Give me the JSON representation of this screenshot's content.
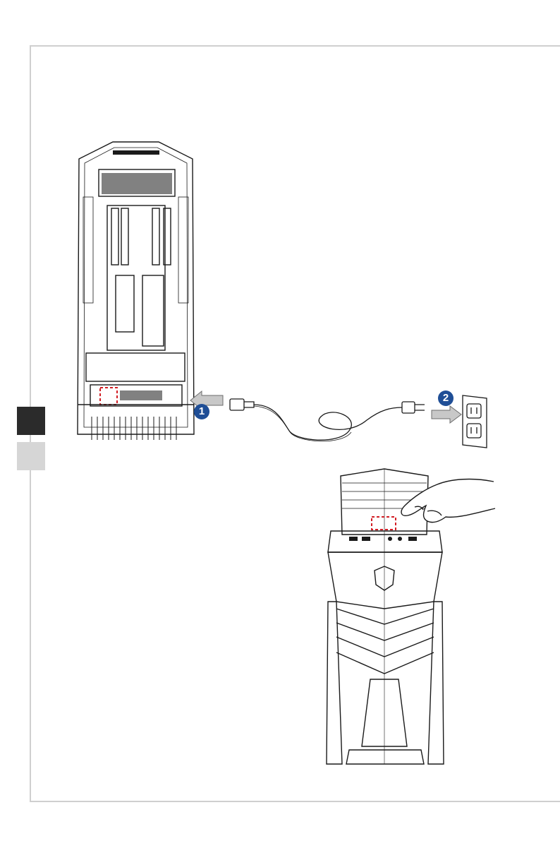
{
  "page": {
    "step_badges": [
      {
        "label": "1"
      },
      {
        "label": "2"
      }
    ],
    "colors": {
      "side_tab_active": "#2b2b2b",
      "side_tab_inactive": "#d6d6d6",
      "badge": "#1f4e96",
      "highlight": "#d21f26",
      "arrow_fill": "#c8c8c8",
      "frame": "#cfcfcf"
    },
    "illustrations": [
      {
        "name": "pc-rear-view"
      },
      {
        "name": "power-cord"
      },
      {
        "name": "wall-outlet"
      },
      {
        "name": "pc-front-view"
      },
      {
        "name": "hand-pressing-power-button"
      }
    ]
  }
}
